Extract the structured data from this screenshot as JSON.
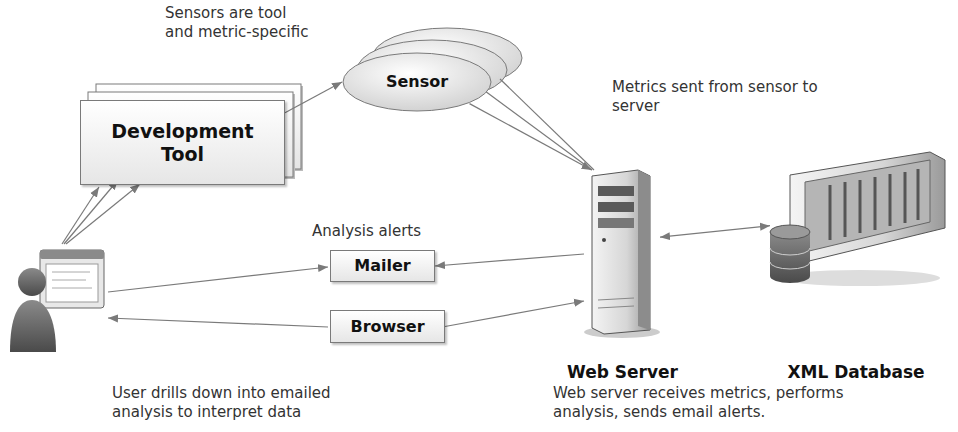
{
  "diagram": {
    "nodes": [
      {
        "text": [
          "Development Tool"
        ]
      },
      {
        "text": [
          "Sensor"
        ]
      },
      {
        "text": [
          "Mailer"
        ]
      },
      {
        "text": [
          "Browser"
        ]
      },
      {
        "text": [
          "Web Server"
        ]
      },
      {
        "text": [
          "XML Database"
        ]
      }
    ],
    "edges": [
      {
        "from": 0,
        "to": 1,
        "arrow": "to"
      },
      {
        "from": 1,
        "to": 4,
        "arrow": "to"
      },
      {
        "from": 4,
        "to": 2,
        "arrow": "to"
      },
      {
        "from": 3,
        "to": 4,
        "arrow": "to"
      },
      {
        "from": 4,
        "to": 5,
        "arrow": "both"
      }
    ],
    "labels": [
      "Sensors are tool and metric-specific",
      "Metrics sent from sensor to server",
      "Analysis alerts",
      "User drills down into emailed analysis to interpret data",
      "Web server receives metrics, performs analysis, sends email alerts."
    ]
  }
}
